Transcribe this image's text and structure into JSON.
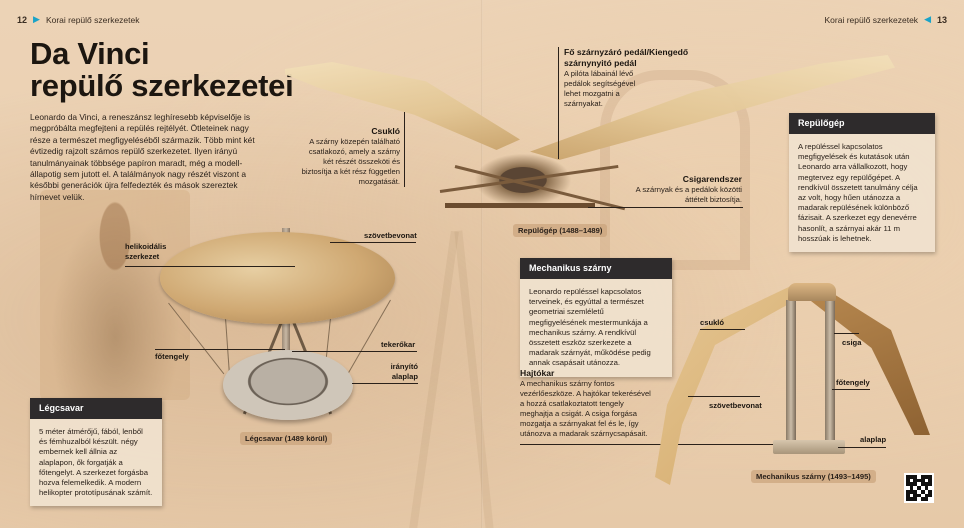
{
  "header_left": {
    "page_number": "12",
    "section": "Korai repülő szerkezetek"
  },
  "header_right": {
    "page_number": "13",
    "section": "Korai repülő szerkezetek"
  },
  "colors": {
    "accent": "#1aa3c8",
    "box_header": "#2e2b2c",
    "box_body": "#f0e2ce",
    "background": "#ecd3b6"
  },
  "title": {
    "line1": "Da Vinci",
    "line2": "repülő szerkezetei"
  },
  "intro": "Leonardo da Vinci, a reneszánsz leghíresebb képviselője is megpróbálta megfejteni a repülés rejtélyét. Ötleteinek nagy része a természet megfigyeléséből származik. Több mint két évtizedig rajzolt számos repülő szerkezetet. Ilyen irányú tanulmányainak többsége papíron maradt, még a modell-állapotig sem jutott el. A találmányok nagy részét viszont a későbbi generációk újra felfedezték és mások szereztek hírnevet velük.",
  "flying_machine": {
    "caption": "Repülőgép (1488–1489)",
    "callouts": {
      "csuklo": {
        "title": "Csukló",
        "text": "A szárny közepén található csatlakozó, amely a szárny két részét összeköti és biztosítja a két rész független mozgatását."
      },
      "pedal": {
        "title": "Fő szárnyzáró pedál/Kiengedő szárnynyitó pedál",
        "text": "A pilóta lábainál lévő pedálok segítségével lehet mozgatni a szárnyakat."
      },
      "csigarendszer": {
        "title": "Csigarendszer",
        "text": "A szárnyak és a pedálok közötti áttételt biztosítja."
      }
    },
    "box": {
      "title": "Repülőgép",
      "text": "A repüléssel kapcsolatos megfigyelések és kutatások után Leonardo arra vállalkozott, hogy megtervez egy repülőgépet. A rendkívül összetett tanulmány célja az volt, hogy hűen utánozza a madarak repülésének különböző fázisait. A szerkezet egy denevérre hasonlít, a szárnyai akár 11 m hosszúak is lehetnek."
    }
  },
  "air_screw": {
    "caption": "Légcsavar (1489 körül)",
    "labels": {
      "helical": "helikoidális szerkezet",
      "fabric": "szövetbevonat",
      "shaft": "főtengely",
      "crank": "tekerőkar",
      "base": "irányító alaplap"
    },
    "box": {
      "title": "Légcsavar",
      "text": "5 méter átmérőjű, fából, lenből és fémhuzalból készült. négy embernek kell állnia az alaplapon, ők forgatják a főtengelyt. A szerkezet forgásba hozva felemelkedik. A modern helikopter prototípusának számít."
    }
  },
  "mechanical_wing": {
    "caption": "Mechanikus szárny (1493–1495)",
    "labels": {
      "joint": "csukló",
      "pulley": "csiga",
      "shaft": "főtengely",
      "fabric": "szövetbevonat",
      "base": "alaplap"
    },
    "box": {
      "title": "Mechanikus szárny",
      "text": "Leonardo repüléssel kapcsolatos terveinek, és egyúttal a természet geometriai szemléletű megfigyelésének mestermunkája a mechanikus szárny. A rendkívül összetett eszköz szerkezete a madarak szárnyát, működése pedig annak csapásait utánozza."
    },
    "crank_callout": {
      "title": "Hajtókar",
      "text": "A mechanikus szárny fontos vezérlőeszköze. A hajtókar tekerésével a hozzá csatlakoztatott tengely meghajtja a csigát. A csiga forgása mozgatja a szárnyakat fel és le, így utánozva a madarak szárnycsapásait."
    }
  },
  "qr_code": {
    "icon": "qr-code-icon"
  }
}
